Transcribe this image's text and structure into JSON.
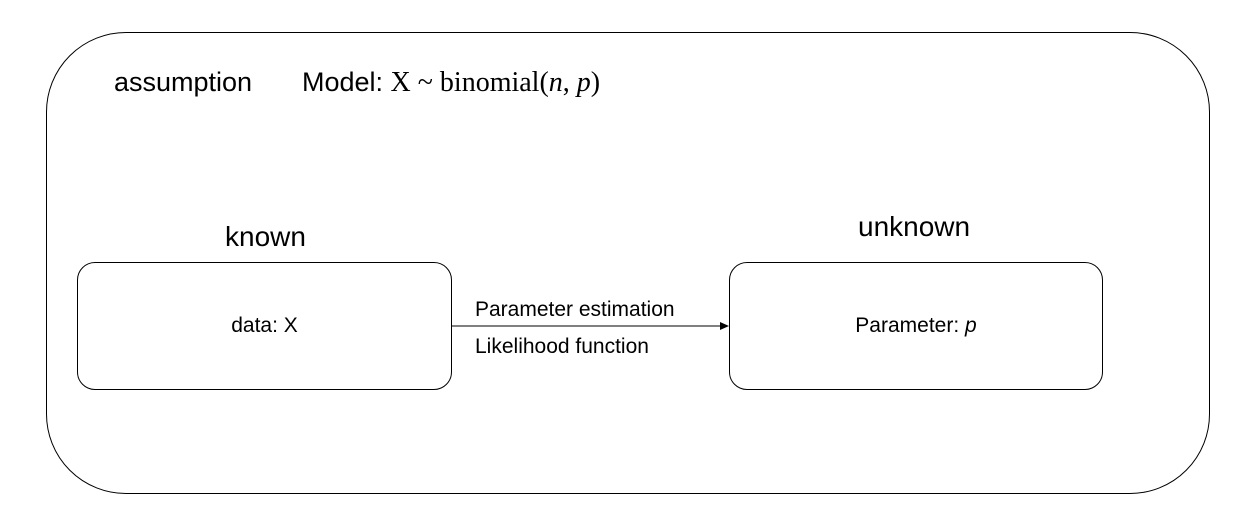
{
  "diagram": {
    "outer_label": "assumption",
    "model": {
      "prefix": "Model: ",
      "formula_start": "X ~ binomial(",
      "n": "n",
      "comma": ", ",
      "p": "p",
      "formula_end": ")"
    },
    "known_group": {
      "heading": "known",
      "box_text": "data: X"
    },
    "unknown_group": {
      "heading": "unknown",
      "box_prefix": "Parameter: ",
      "box_symbol": "p"
    },
    "edge": {
      "label_top": "Parameter estimation",
      "label_bottom": "Likelihood function"
    }
  }
}
